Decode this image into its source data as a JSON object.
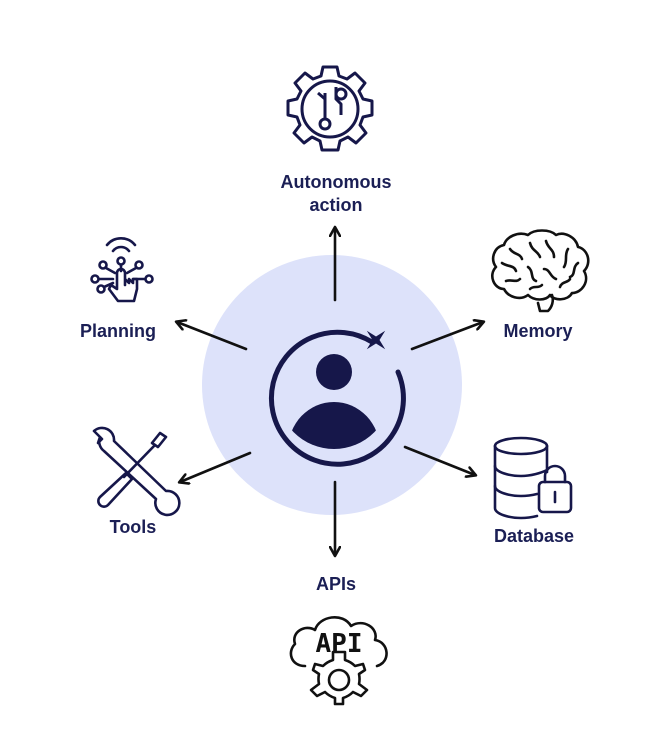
{
  "colors": {
    "ink": "#1b1f55",
    "icon_ink": "#16174a",
    "hub_fill": "#dde2fa",
    "arrow": "#111111"
  },
  "hub": {
    "icon": "user-agent-icon",
    "accent_icon": "sparkle-icon"
  },
  "nodes": {
    "autonomous_action": {
      "line1": "Autonomous",
      "line2": "action",
      "icon": "gear-circuit-icon"
    },
    "planning": {
      "label": "Planning",
      "icon": "touch-network-icon"
    },
    "memory": {
      "label": "Memory",
      "icon": "brain-icon"
    },
    "tools": {
      "label": "Tools",
      "icon": "wrench-screwdriver-icon"
    },
    "database": {
      "label": "Database",
      "icon": "database-lock-icon"
    },
    "apis": {
      "label": "APIs",
      "icon": "api-cloud-gear-icon",
      "icon_text": "API"
    }
  }
}
